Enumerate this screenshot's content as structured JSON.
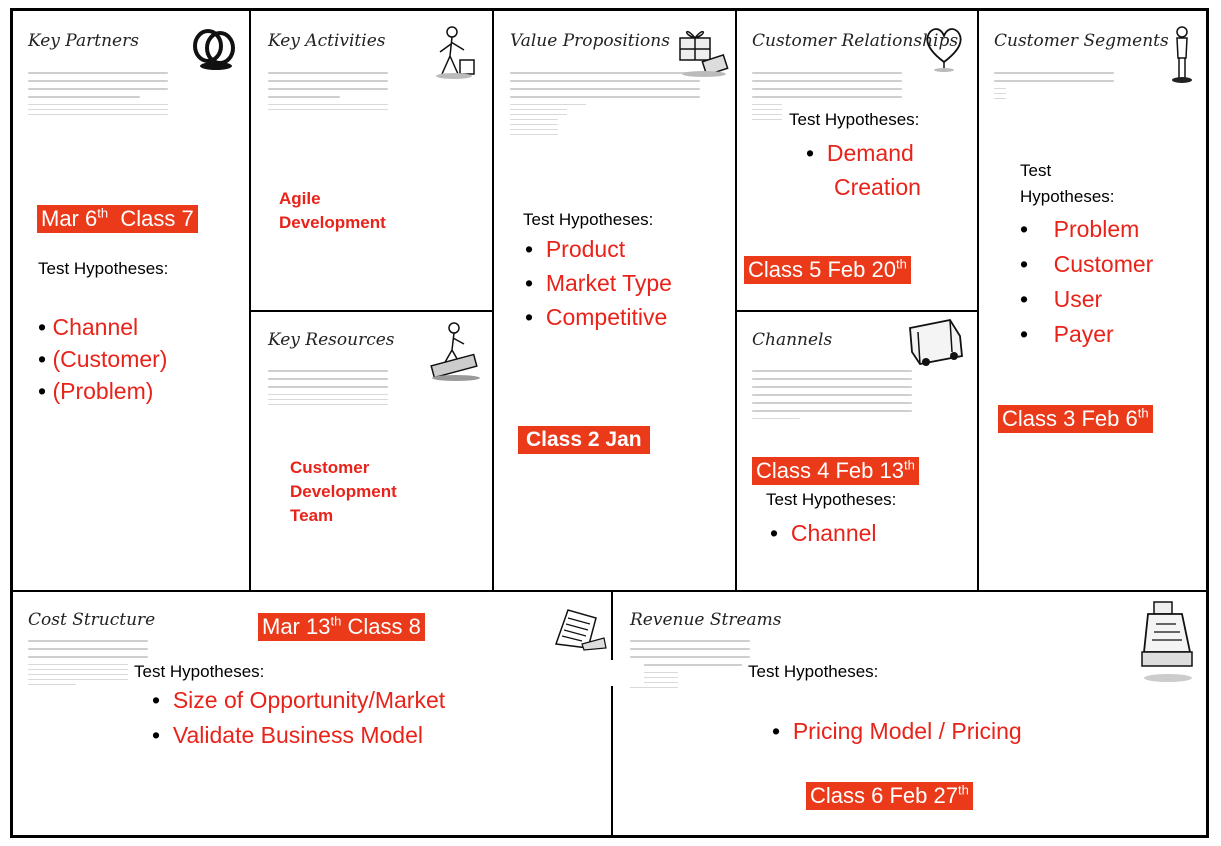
{
  "blocks": {
    "key_partners": "Key Partners",
    "key_activities": "Key Activities",
    "key_resources": "Key Resources",
    "value_propositions": "Value Propositions",
    "customer_relationships": "Customer Relationships",
    "channels": "Channels",
    "customer_segments": "Customer Segments",
    "cost_structure": "Cost Structure",
    "revenue_streams": "Revenue Streams"
  },
  "test_hypotheses_label": "Test Hypotheses:",
  "test_label": "Test",
  "hypotheses_label": "Hypotheses:",
  "tags": {
    "class7": {
      "pre": "Mar 6",
      "sup": "th",
      "post": "  Class 7"
    },
    "class8": {
      "pre": "Mar 13",
      "sup": "th",
      "post": " Class 8"
    },
    "class2": {
      "text": "Class 2 Jan"
    },
    "class5": {
      "pre": "Class 5 Feb 20",
      "sup": "th"
    },
    "class4": {
      "pre": "Class 4 Feb 13",
      "sup": "th"
    },
    "class3": {
      "pre": "Class 3 Feb 6",
      "sup": "th"
    },
    "class6": {
      "pre": "Class 6 Feb 27",
      "sup": "th"
    }
  },
  "key_partners_hypotheses": [
    "Channel",
    "(Customer)",
    "(Problem)"
  ],
  "key_activities_note": [
    "Agile",
    "Development"
  ],
  "key_resources_note": [
    "Customer",
    "Development",
    "Team"
  ],
  "value_prop_hypotheses": [
    "Product",
    "Market Type",
    "Competitive"
  ],
  "customer_rel_hypotheses": [
    "Demand",
    "Creation"
  ],
  "channels_hypotheses": [
    "Channel"
  ],
  "customer_seg_hypotheses": [
    "Problem",
    "Customer",
    "User",
    "Payer"
  ],
  "cost_hypotheses": [
    "Size of Opportunity/Market",
    "Validate Business Model"
  ],
  "revenue_hypotheses": [
    "Pricing Model / Pricing"
  ],
  "bullet": "•",
  "colors": {
    "accent": "#ea3a1a",
    "red_text": "#e8231a",
    "line": "#000000"
  },
  "icons": [
    "rings-icon",
    "worker-icon",
    "gift-icon",
    "heart-icon",
    "person-icon",
    "mover-icon",
    "truck-icon",
    "receipt-icon",
    "cash-register-icon"
  ]
}
